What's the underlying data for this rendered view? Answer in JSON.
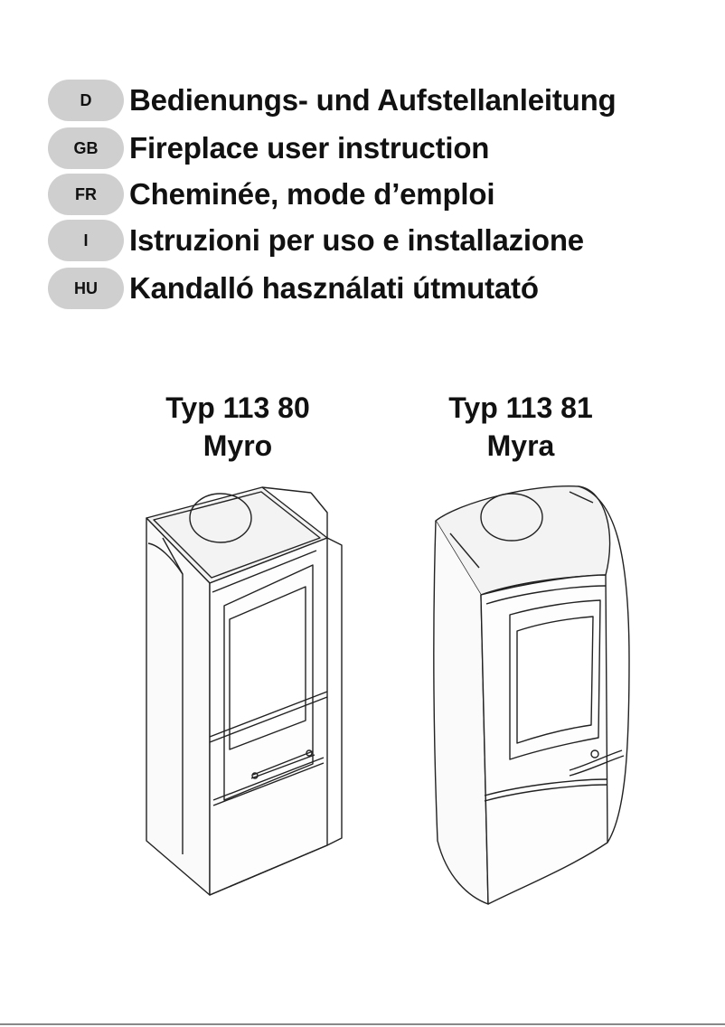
{
  "languages": [
    {
      "code": "D",
      "title": "Bedienungs- und Aufstellanleitung"
    },
    {
      "code": "GB",
      "title": "Fireplace user instruction"
    },
    {
      "code": "FR",
      "title": "Cheminée, mode d’emploi"
    },
    {
      "code": "I",
      "title": "Istruzioni per uso e installazione"
    },
    {
      "code": "HU",
      "title": "Kandalló használati útmutató"
    }
  ],
  "models": [
    {
      "type": "Typ 113 80",
      "name": "Myro"
    },
    {
      "type": "Typ 113 81",
      "name": "Myra"
    }
  ]
}
